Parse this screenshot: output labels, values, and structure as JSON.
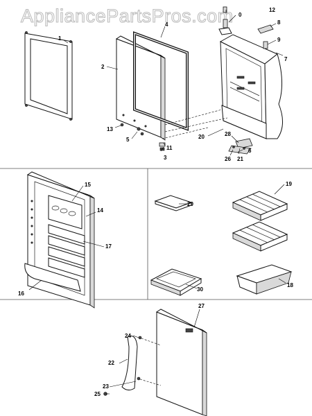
{
  "watermark": "AppliancePartsPros.com",
  "callouts": [
    {
      "id": "c1",
      "text": "1"
    },
    {
      "id": "c2",
      "text": "2"
    },
    {
      "id": "c3",
      "text": "3"
    },
    {
      "id": "c4",
      "text": "4"
    },
    {
      "id": "c5",
      "text": "5"
    },
    {
      "id": "c6",
      "text": "6"
    },
    {
      "id": "c7",
      "text": "7"
    },
    {
      "id": "c8",
      "text": "8"
    },
    {
      "id": "c9",
      "text": "9"
    },
    {
      "id": "c10",
      "text": "0"
    },
    {
      "id": "c11",
      "text": "11"
    },
    {
      "id": "c12",
      "text": "12"
    },
    {
      "id": "c13",
      "text": "13"
    },
    {
      "id": "c14",
      "text": "14"
    },
    {
      "id": "c15",
      "text": "15"
    },
    {
      "id": "c16",
      "text": "16"
    },
    {
      "id": "c17",
      "text": "17"
    },
    {
      "id": "c18",
      "text": "18"
    },
    {
      "id": "c19",
      "text": "19"
    },
    {
      "id": "c20",
      "text": "20"
    },
    {
      "id": "c21",
      "text": "21"
    },
    {
      "id": "c22",
      "text": "22"
    },
    {
      "id": "c23",
      "text": "23"
    },
    {
      "id": "c24",
      "text": "24"
    },
    {
      "id": "c25",
      "text": "25"
    },
    {
      "id": "c26",
      "text": "26"
    },
    {
      "id": "c27",
      "text": "27"
    },
    {
      "id": "c28",
      "text": "28"
    },
    {
      "id": "c29",
      "text": "29"
    },
    {
      "id": "c30",
      "text": "30"
    }
  ]
}
